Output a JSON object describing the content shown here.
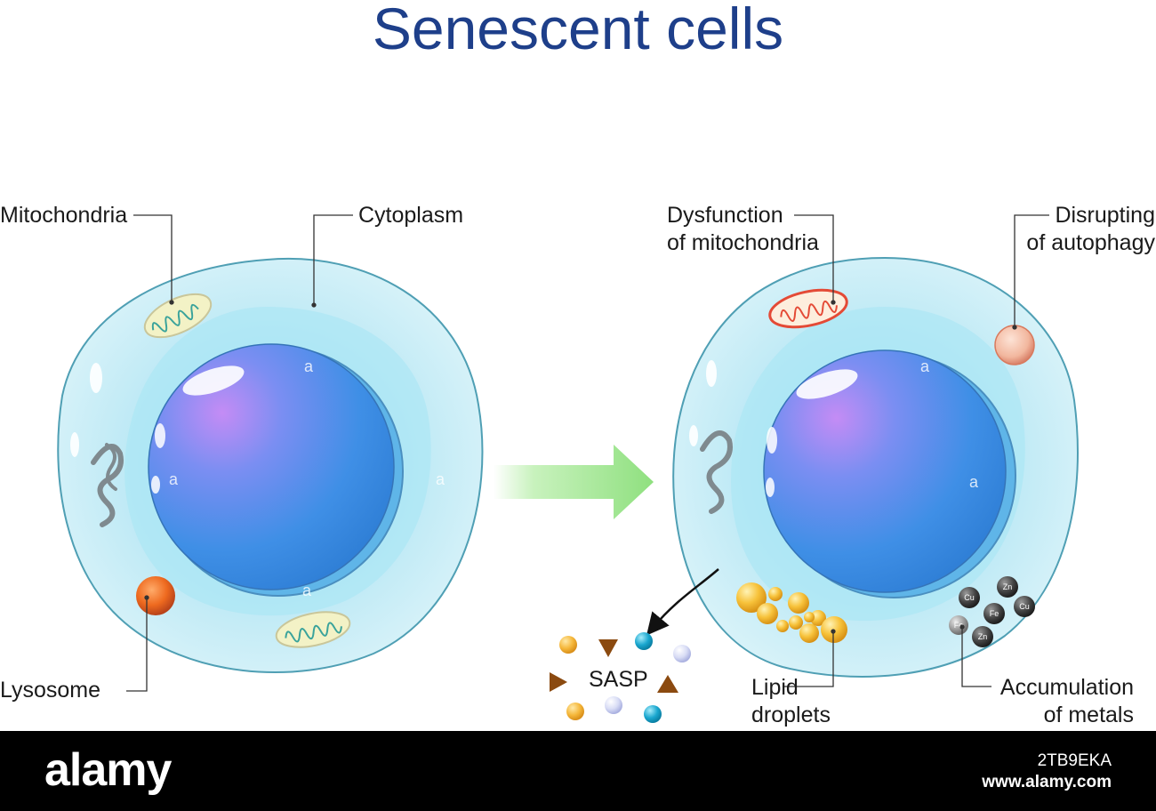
{
  "title": "Senescent cells",
  "labels": {
    "mitochondria": "Mitochondria",
    "cytoplasm": "Cytoplasm",
    "lysosome": "Lysosome",
    "dysfunction_line1": "Dysfunction",
    "dysfunction_line2": "of mitochondria",
    "autophagy_line1": "Disrupting",
    "autophagy_line2": "of autophagy",
    "lipid_line1": "Lipid",
    "lipid_line2": "droplets",
    "metals_line1": "Accumulation",
    "metals_line2": "of metals",
    "sasp": "SASP"
  },
  "metal_ions": [
    "Zn",
    "Cu",
    "Fe",
    "Cu",
    "Fe",
    "Zn"
  ],
  "watermark": {
    "logo": "alamy",
    "image_id": "2TB9EKA",
    "url": "www.alamy.com"
  },
  "colors": {
    "title": "#1e3f8a",
    "nucleus": "#3f8fe6",
    "nucleus_highlight": "#c48cf5",
    "cytoplasm": "#c9eef7",
    "membrane": "#4f9fb4",
    "arrow": "#8fe07f",
    "healthy_mitochondria": "#f3f2c6",
    "damaged_mitochondria": "#e44a36",
    "lysosome": "#ef6a1e",
    "lipid": "#f7c23a",
    "metal": "#333333"
  }
}
